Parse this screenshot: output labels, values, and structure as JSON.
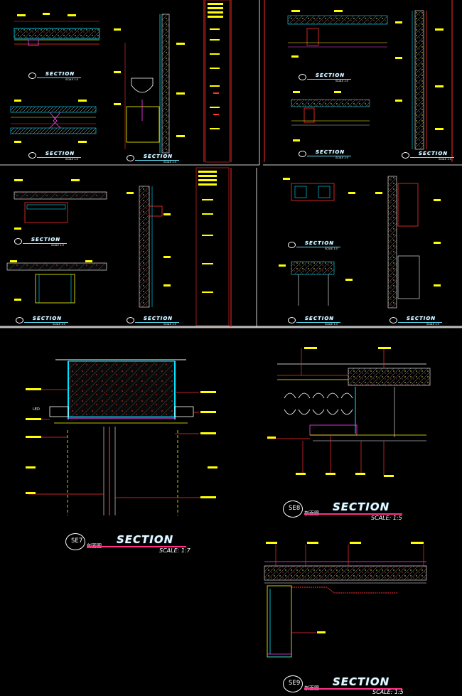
{
  "sections": [
    {
      "id": "s-tl-1",
      "title": "SECTION",
      "scale": "SCALE 1:5",
      "tag": ""
    },
    {
      "id": "s-tl-2",
      "title": "SECTION",
      "scale": "SCALE 1:5",
      "tag": ""
    },
    {
      "id": "s-tl-3",
      "title": "SECTION",
      "scale": "SCALE 1:5",
      "tag": ""
    },
    {
      "id": "s-tr-1",
      "title": "SECTION",
      "scale": "SCALE 1:5",
      "tag": ""
    },
    {
      "id": "s-tr-2",
      "title": "SECTION",
      "scale": "SCALE 1:5",
      "tag": ""
    },
    {
      "id": "s-tr-3",
      "title": "SECTION",
      "scale": "SCALE 1:5",
      "tag": ""
    },
    {
      "id": "s-ml-1",
      "title": "SECTION",
      "scale": "SCALE 1:5",
      "tag": ""
    },
    {
      "id": "s-ml-2",
      "title": "SECTION",
      "scale": "SCALE 1:5",
      "tag": ""
    },
    {
      "id": "s-ml-3",
      "title": "SECTION",
      "scale": "SCALE 1:5",
      "tag": ""
    },
    {
      "id": "s-mr-1",
      "title": "SECTION",
      "scale": "SCALE 1:5",
      "tag": ""
    },
    {
      "id": "s-mr-2",
      "title": "SECTION",
      "scale": "SCALE 1:5",
      "tag": ""
    },
    {
      "id": "s-mr-3",
      "title": "SECTION",
      "scale": "SCALE 1:5",
      "tag": ""
    }
  ],
  "detail_se7": {
    "title": "SECTION",
    "scale": "SCALE: 1:7",
    "tag": "SE7",
    "subtag": "剖面图",
    "labels": {
      "led": "LED"
    }
  },
  "detail_se8": {
    "title": "SECTION",
    "scale": "SCALE: 1:5",
    "tag": "SE8",
    "subtag": "剖面图"
  },
  "detail_se9": {
    "title": "SECTION",
    "scale": "SCALE: 1:5",
    "tag": "SE9",
    "subtag": "剖面图"
  },
  "colors": {
    "background": "#000000",
    "yellow": "#ffff00",
    "red": "#ff2020",
    "cyan": "#00e5ff",
    "magenta": "#ff40ff",
    "white": "#ffffff",
    "green": "#33ff33",
    "grey": "#9a9a9a"
  }
}
